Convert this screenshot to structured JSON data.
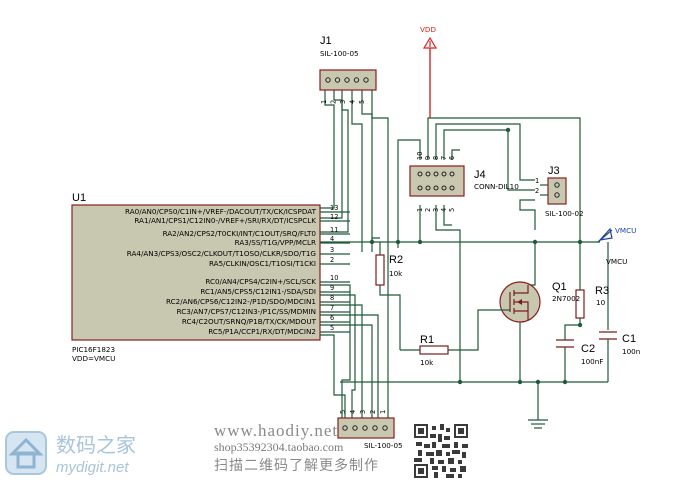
{
  "u1": {
    "ref": "U1",
    "model": "PIC16F1823",
    "vdd": "VDD=VMCU",
    "pins": [
      {
        "num": "13",
        "name": "RA0/AN0/CPS0/C1IN+/VREF-/DACOUT/TX/CK/ICSPDAT"
      },
      {
        "num": "12",
        "name": "RA1/AN1/CPS1/C12IN0-/VREF+/SRI/RX/DT/ICSPCLK"
      },
      {
        "num": "11",
        "name": "RA2/AN2/CPS2/T0CKI/INT/C1OUT/SRQ/FLT0"
      },
      {
        "num": "4",
        "name": "RA3/SS/T1G/VPP/MCLR"
      },
      {
        "num": "3",
        "name": "RA4/AN3/CPS3/OSC2/CLKOUT/T1OSO/CLKR/SDO/T1G"
      },
      {
        "num": "2",
        "name": "RA5/CLKIN/OSC1/T1OSI/T1CKI"
      },
      {
        "num": "10",
        "name": "RC0/AN4/CPS4/C2IN+/SCL/SCK"
      },
      {
        "num": "9",
        "name": "RC1/AN5/CPS5/C12IN1-/SDA/SDI"
      },
      {
        "num": "8",
        "name": "RC2/AN6/CPS6/C12IN2-/P1D/SDO/MDCIN1"
      },
      {
        "num": "7",
        "name": "RC3/AN7/CPS7/C12IN3-/P1C/SS/MDMIN"
      },
      {
        "num": "6",
        "name": "RC4/C2OUT/SRNQ/P1B/TX/CK/MDOUT"
      },
      {
        "num": "5",
        "name": "RC5/P1A/CCP1/RX/DT/MDCIN2"
      }
    ]
  },
  "j1": {
    "ref": "J1",
    "model": "SIL-100-05",
    "pins": [
      "1",
      "2",
      "3",
      "4",
      "5"
    ]
  },
  "j2": {
    "pins": [
      "5",
      "4",
      "3",
      "2",
      "1"
    ],
    "model": "SIL-100-05"
  },
  "j3": {
    "ref": "J3",
    "model": "SIL-100-02",
    "pins": [
      "1",
      "2"
    ]
  },
  "j4": {
    "ref": "J4",
    "model": "CONN-DIL10",
    "top_pins": [
      "10",
      "9",
      "8",
      "7",
      "6"
    ],
    "bottom_pins": [
      "1",
      "2",
      "3",
      "4",
      "5"
    ]
  },
  "r1": {
    "ref": "R1",
    "value": "10k"
  },
  "r2": {
    "ref": "R2",
    "value": "10k"
  },
  "r3": {
    "ref": "R3",
    "value": "10"
  },
  "q1": {
    "ref": "Q1",
    "model": "2N7002"
  },
  "c1": {
    "ref": "C1",
    "value": "100n"
  },
  "c2": {
    "ref": "C2",
    "value": "100nF"
  },
  "vdd": {
    "label": "VDD"
  },
  "vmcu": {
    "label": "VMCU",
    "net_label": "VMCU"
  },
  "watermark": {
    "cn_title": "数码之家",
    "site": "mydigit.net",
    "url": "www.haodiy.net",
    "shop": "shop35392304.taobao.com",
    "scan": "扫描二维码了解更多制作"
  },
  "colors": {
    "wire": "#1f5a3a",
    "part": "#7a1e1e",
    "vdd": "#e21e1e",
    "vmcu": "#1e3fb0"
  }
}
